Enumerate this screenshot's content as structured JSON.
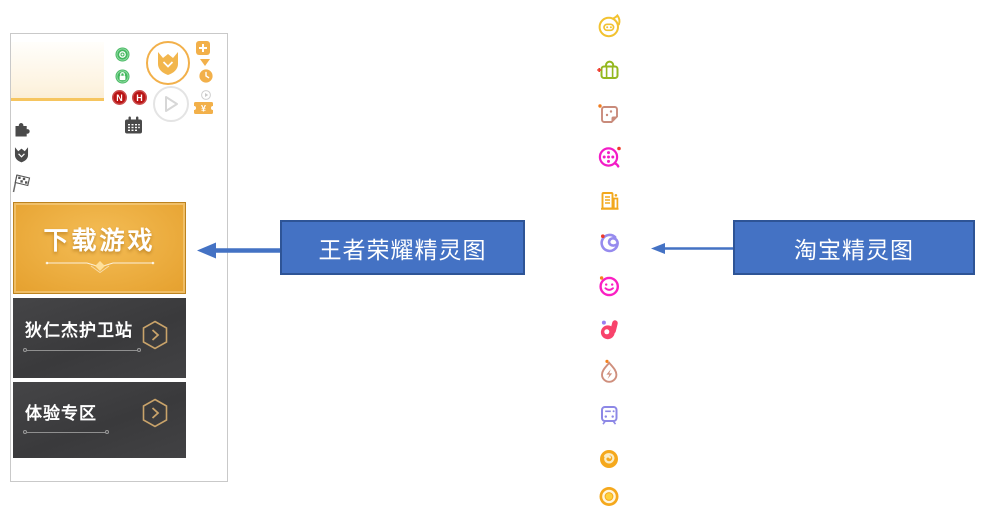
{
  "colors": {
    "callout_bg": "#4472c4",
    "callout_border": "#2e5496",
    "callout_text": "#ffffff",
    "arrow": "#4472c4",
    "sprite_border": "#c9c9c9",
    "hok_gold": "#f2b04a",
    "hok_dark_panel": "#3e3e40",
    "hok_green": "#44b85f",
    "hok_red": "#ba1414",
    "hok_icon_gray": "#4a4a4a",
    "hok_hex_gold": "#c9a36a",
    "cream_underline": "#f6c55f"
  },
  "callouts": {
    "honor_label": "王者荣耀精灵图",
    "taobao_label": "淘宝精灵图"
  },
  "honor_sprite": {
    "download_button": "下载游戏",
    "panels": [
      {
        "label": "狄仁杰护卫站"
      },
      {
        "label": "体验专区"
      }
    ],
    "badge_n": "N",
    "badge_h": "H",
    "ticket_symbol": "¥",
    "icon_names": [
      "record-icon",
      "lock-icon",
      "n-badge",
      "h-badge",
      "helmet-logo",
      "play-icon",
      "plus-icon",
      "dropdown-triangle-icon",
      "clock-icon",
      "mini-play-icon",
      "ticket-icon",
      "calendar-icon",
      "puzzle-icon",
      "helmet-icon",
      "checkered-flag-icon"
    ]
  },
  "taobao_sprite": {
    "icons": [
      {
        "name": "fliggy-pig-icon",
        "color": "#f2c230"
      },
      {
        "name": "grocery-bag-icon",
        "color": "#94b81f",
        "badge": "#ee3a2d"
      },
      {
        "name": "note-page-icon",
        "color": "#c98b7b",
        "badge": "#f07c1e"
      },
      {
        "name": "film-reel-icon",
        "color": "#f31cc7",
        "badge": "#ee3a2d"
      },
      {
        "name": "ledger-icon",
        "color": "#f2a81d"
      },
      {
        "name": "swirl-icon",
        "color": "#968bee",
        "badge": "#ee3a2d"
      },
      {
        "name": "smiley-icon",
        "color": "#fa1fc3",
        "badge": "#f5821f"
      },
      {
        "name": "d-logo-icon",
        "color": "#f8436b",
        "accent": "#9b7ef0"
      },
      {
        "name": "water-drop-bolt-icon",
        "color": "#cf8f7d",
        "badge": "#f5821f"
      },
      {
        "name": "train-icon",
        "color": "#8d88e6"
      },
      {
        "name": "coin-pattern-icon",
        "color": "#f5a81c",
        "accent": "#faecc5"
      },
      {
        "name": "coin-ring-icon",
        "color": "#f5a81c",
        "accent": "#ffd23e"
      }
    ]
  }
}
